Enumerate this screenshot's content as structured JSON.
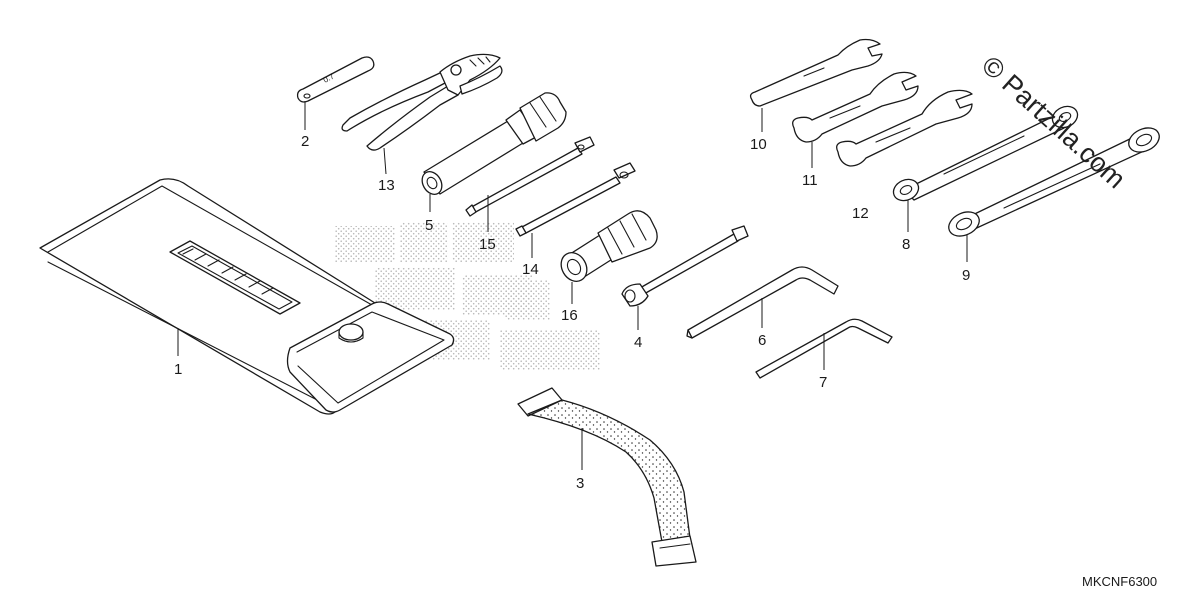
{
  "diagram_code": "MKCNF6300",
  "watermark": "© Partzilla.com",
  "callouts": {
    "c1": "1",
    "c2": "2",
    "c3": "3",
    "c4": "4",
    "c5": "5",
    "c6": "6",
    "c7": "7",
    "c8": "8",
    "c9": "9",
    "c10": "10",
    "c11": "11",
    "c12": "12",
    "c13": "13",
    "c14": "14",
    "c15": "15",
    "c16": "16"
  },
  "colors": {
    "line": "#1a1a1a",
    "background": "#ffffff",
    "stipple": "#b9b9b9"
  }
}
